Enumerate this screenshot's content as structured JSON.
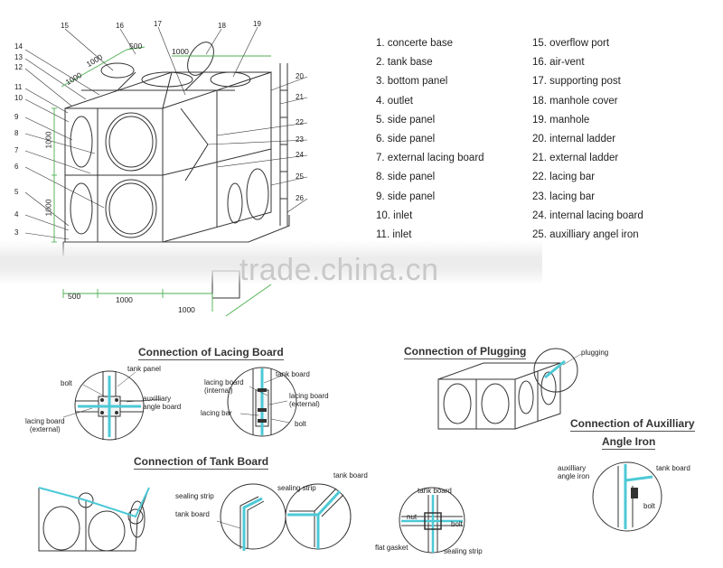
{
  "parts_list": {
    "left": [
      "1. concerte base",
      "2. tank base",
      "3. bottom panel",
      "4. outlet",
      "5. side panel",
      "6. side panel",
      "7. external lacing board",
      "8. side panel",
      "9. side panel",
      "10. inlet",
      "11. inlet"
    ],
    "right": [
      "15. overflow port",
      "16. air-vent",
      "17. supporting post",
      "18. manhole cover",
      "19. manhole",
      "20. internal ladder",
      "21. external ladder",
      "22. lacing bar",
      "23. lacing bar",
      "24. internal lacing board",
      "25. auxilliary angel iron"
    ]
  },
  "watermark": "trade.china.cn",
  "main_drawing": {
    "left_numbers": [
      "14",
      "13",
      "12",
      "11",
      "10",
      "9",
      "8",
      "7",
      "6",
      "5",
      "4",
      "3"
    ],
    "top_numbers": [
      "15",
      "16",
      "17",
      "18",
      "19"
    ],
    "right_numbers": [
      "20",
      "21",
      "22",
      "23",
      "24",
      "25",
      "26"
    ],
    "dimensions": {
      "top_a": "1000",
      "top_b": "1000",
      "top_c": "500",
      "top_d": "1000",
      "left_a": "1000",
      "left_b": "1000",
      "bottom_a": "500",
      "bottom_b": "1000",
      "bottom_c": "1000"
    }
  },
  "lacing_board": {
    "title": "Connection of Lacing Board",
    "labels": {
      "tank_panel": "tank panel",
      "bolt": "bolt",
      "auxilliary_angle_board": "auxilliary\nangle board",
      "lacing_board_external": "lacing board\n(external)",
      "lacing_board_internal": "lacing board\n(internal)",
      "tank_board": "tank board",
      "lacing_board_external_2": "lacing board\n(external)",
      "lacing_bar": "lacing bar",
      "bolt_2": "bolt"
    }
  },
  "plugging": {
    "title": "Connection of Plugging",
    "labels": {
      "plugging": "plugging"
    }
  },
  "tank_board": {
    "title": "Connection of Tank Board",
    "labels": {
      "sealing_strip": "sealing strip",
      "tank_board": "tank board",
      "sealing_strip_2": "sealing strip",
      "tank_board_2": "tank board"
    }
  },
  "bolt_detail": {
    "labels": {
      "tank_board": "tank board",
      "nut": "nut",
      "bolt": "bolt",
      "flat_gasket": "flat gasket",
      "sealing_strip": "sealing strip"
    }
  },
  "auxilliary_angle": {
    "title_line1": "Connection of Auxilliary",
    "title_line2": "Angle Iron",
    "labels": {
      "auxilliary_angle_iron": "auxilliary\nangle iron",
      "tank_board": "tank board",
      "bolt": "bolt"
    }
  },
  "colors": {
    "accent": "#4cc9d6",
    "dim_green": "#4caf50",
    "line": "#333333"
  }
}
